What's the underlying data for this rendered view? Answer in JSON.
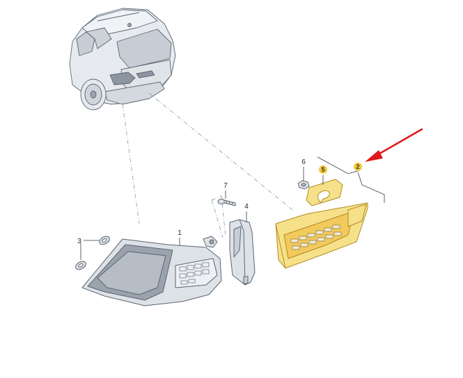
{
  "callouts": [
    {
      "id": "1",
      "label": "1",
      "highlighted": false
    },
    {
      "id": "2",
      "label": "2",
      "highlighted": true
    },
    {
      "id": "3",
      "label": "3",
      "highlighted": false
    },
    {
      "id": "4",
      "label": "4",
      "highlighted": false
    },
    {
      "id": "5",
      "label": "5",
      "highlighted": true
    },
    {
      "id": "6",
      "label": "6",
      "highlighted": false
    },
    {
      "id": "7",
      "label": "7",
      "highlighted": false
    }
  ],
  "colors": {
    "line_art": "#5a6470",
    "part_fill": "#dde2e7",
    "lamp_dark": "#9aa3ad",
    "highlight_part": "#f7e08a",
    "highlight_part_edge": "#c9a227",
    "callout_badge": "#f2c93c",
    "arrow": "#e0191b",
    "leader_line": "#8a939c"
  },
  "icons": {
    "pointer": "red-arrow-icon"
  }
}
